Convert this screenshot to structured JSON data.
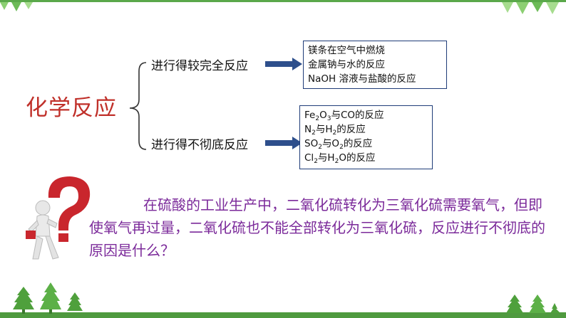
{
  "title": "化学反应",
  "branches": [
    {
      "label": "进行得较完全反应",
      "box_lines": [
        "镁条在空气中燃烧",
        "金属钠与水的反应",
        "NaOH 溶液与盐酸的反应"
      ]
    },
    {
      "label": "进行得不彻底反应",
      "box_lines_rich": [
        [
          {
            "t": "Fe"
          },
          {
            "s": "2"
          },
          {
            "t": "O"
          },
          {
            "s": "3"
          },
          {
            "t": "与CO的反应"
          }
        ],
        [
          {
            "t": "N"
          },
          {
            "s": "2"
          },
          {
            "t": "与H"
          },
          {
            "s": "2"
          },
          {
            "t": "的反应"
          }
        ],
        [
          {
            "t": "SO"
          },
          {
            "s": "2"
          },
          {
            "t": "与O"
          },
          {
            "s": "2"
          },
          {
            "t": "的反应"
          }
        ],
        [
          {
            "t": "Cl"
          },
          {
            "s": "2"
          },
          {
            "t": "与H"
          },
          {
            "s": "2"
          },
          {
            "t": "O的反应"
          }
        ]
      ]
    }
  ],
  "question": "在硫酸的工业生产中，二氧化硫转化为三氧化硫需要氧气，但即使氧气再过量，二氧化硫也不能全部转化为三氧化硫，反应进行不彻底的原因是什么？",
  "colors": {
    "title": "#c0302a",
    "question": "#7b2a9a",
    "box_border": "#1f3c78",
    "arrow": "#2e4f8c",
    "green": "#5aa84a"
  }
}
